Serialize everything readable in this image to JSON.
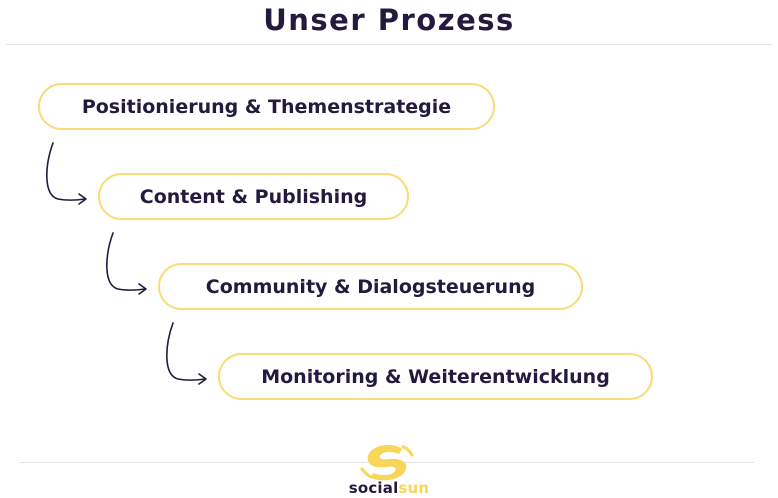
{
  "title": "Unser Prozess",
  "steps": [
    {
      "label": "Positionierung & Themenstrategie"
    },
    {
      "label": "Content & Publishing"
    },
    {
      "label": "Community & Dialogsteuerung"
    },
    {
      "label": "Monitoring & Weiterentwicklung"
    }
  ],
  "logo": {
    "text_part1": "social",
    "text_part2": "sun",
    "mark_icon": "sun-s-icon"
  },
  "colors": {
    "text": "#241a3d",
    "pill_border": "#f7dd7a",
    "logo_accent": "#f7d65a"
  }
}
